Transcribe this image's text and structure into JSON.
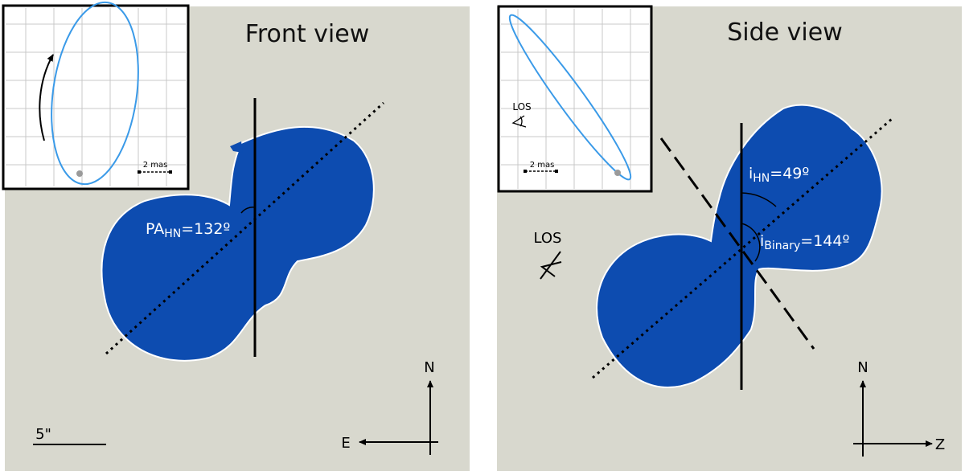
{
  "front": {
    "title": "Front view",
    "angle_main": "PA",
    "angle_sub": "HN",
    "angle_value": "=132º",
    "inset_scale": "2 mas",
    "scale_bar": "5\"",
    "compass_up": "N",
    "compass_side": "E"
  },
  "side": {
    "title": "Side view",
    "inset_los": "LOS",
    "inset_scale": "2 mas",
    "los": "LOS",
    "angle1_main": "i",
    "angle1_sub": "HN",
    "angle1_value": "=49º",
    "angle2_main": "i",
    "angle2_sub": "Binary",
    "angle2_value": "=144º",
    "compass_up": "N",
    "compass_side": "Z"
  },
  "colors": {
    "background": "#d8d8ce",
    "nebula": "#0d4cb0",
    "orbit": "#3a9ae8",
    "star": "#9a9a9a"
  }
}
